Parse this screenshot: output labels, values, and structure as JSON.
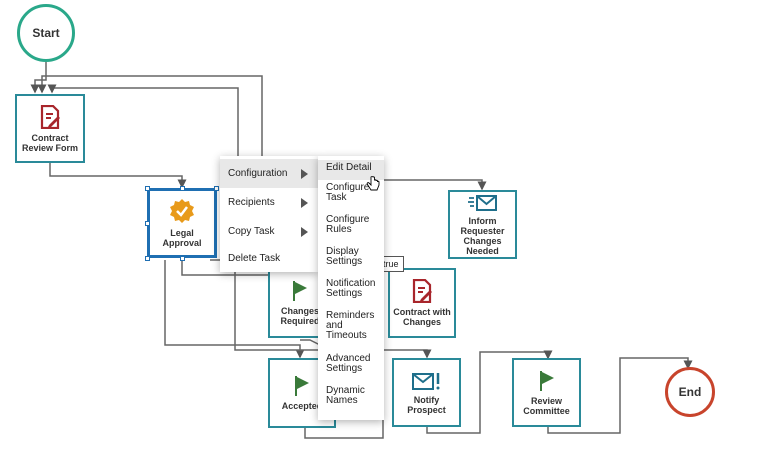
{
  "start": {
    "label": "Start"
  },
  "end": {
    "label": "End"
  },
  "nodes": {
    "contract_review_form": {
      "label": "Contract Review Form",
      "icon": "form-icon"
    },
    "legal_approval": {
      "label": "Legal Approval",
      "icon": "approval-badge-icon"
    },
    "inform_requester": {
      "label": "Inform Requester Changes Needed",
      "icon": "send-mail-icon"
    },
    "changes_required": {
      "label": "Changes Required",
      "icon": "flag-icon"
    },
    "contract_with_changes": {
      "label": "Contract with Changes",
      "icon": "form-icon"
    },
    "accepted": {
      "label": "Accepted",
      "icon": "flag-icon"
    },
    "notify_prospect": {
      "label": "Notify Prospect",
      "icon": "mail-alert-icon"
    },
    "review_committee": {
      "label": "Review Committee",
      "icon": "flag-icon"
    }
  },
  "context_menu": {
    "items": [
      {
        "label": "Configuration",
        "has_submenu": true,
        "active": true
      },
      {
        "label": "Recipients",
        "has_submenu": true
      },
      {
        "label": "Copy Task",
        "has_submenu": true
      },
      {
        "label": "Delete Task",
        "has_submenu": false
      }
    ]
  },
  "submenu": {
    "items": [
      {
        "label": "Edit Detail",
        "active": true
      },
      {
        "label": "Configure Task"
      },
      {
        "label": "Configure Rules"
      },
      {
        "label": "Display Settings"
      },
      {
        "label": "Notification Settings"
      },
      {
        "label": "Reminders and Timeouts"
      },
      {
        "label": "Advanced Settings"
      },
      {
        "label": "Dynamic Names"
      }
    ]
  },
  "tooltip": {
    "text": "red: true"
  },
  "colors": {
    "node_border": "#2a8a99",
    "selected_border": "#1f6fb2",
    "start": "#2aa88a",
    "end": "#c8442c",
    "form_icon": "#a8252b",
    "flag_icon": "#3a7a3a",
    "badge_icon": "#e89a1a",
    "mail_icon": "#1f6f8b"
  }
}
